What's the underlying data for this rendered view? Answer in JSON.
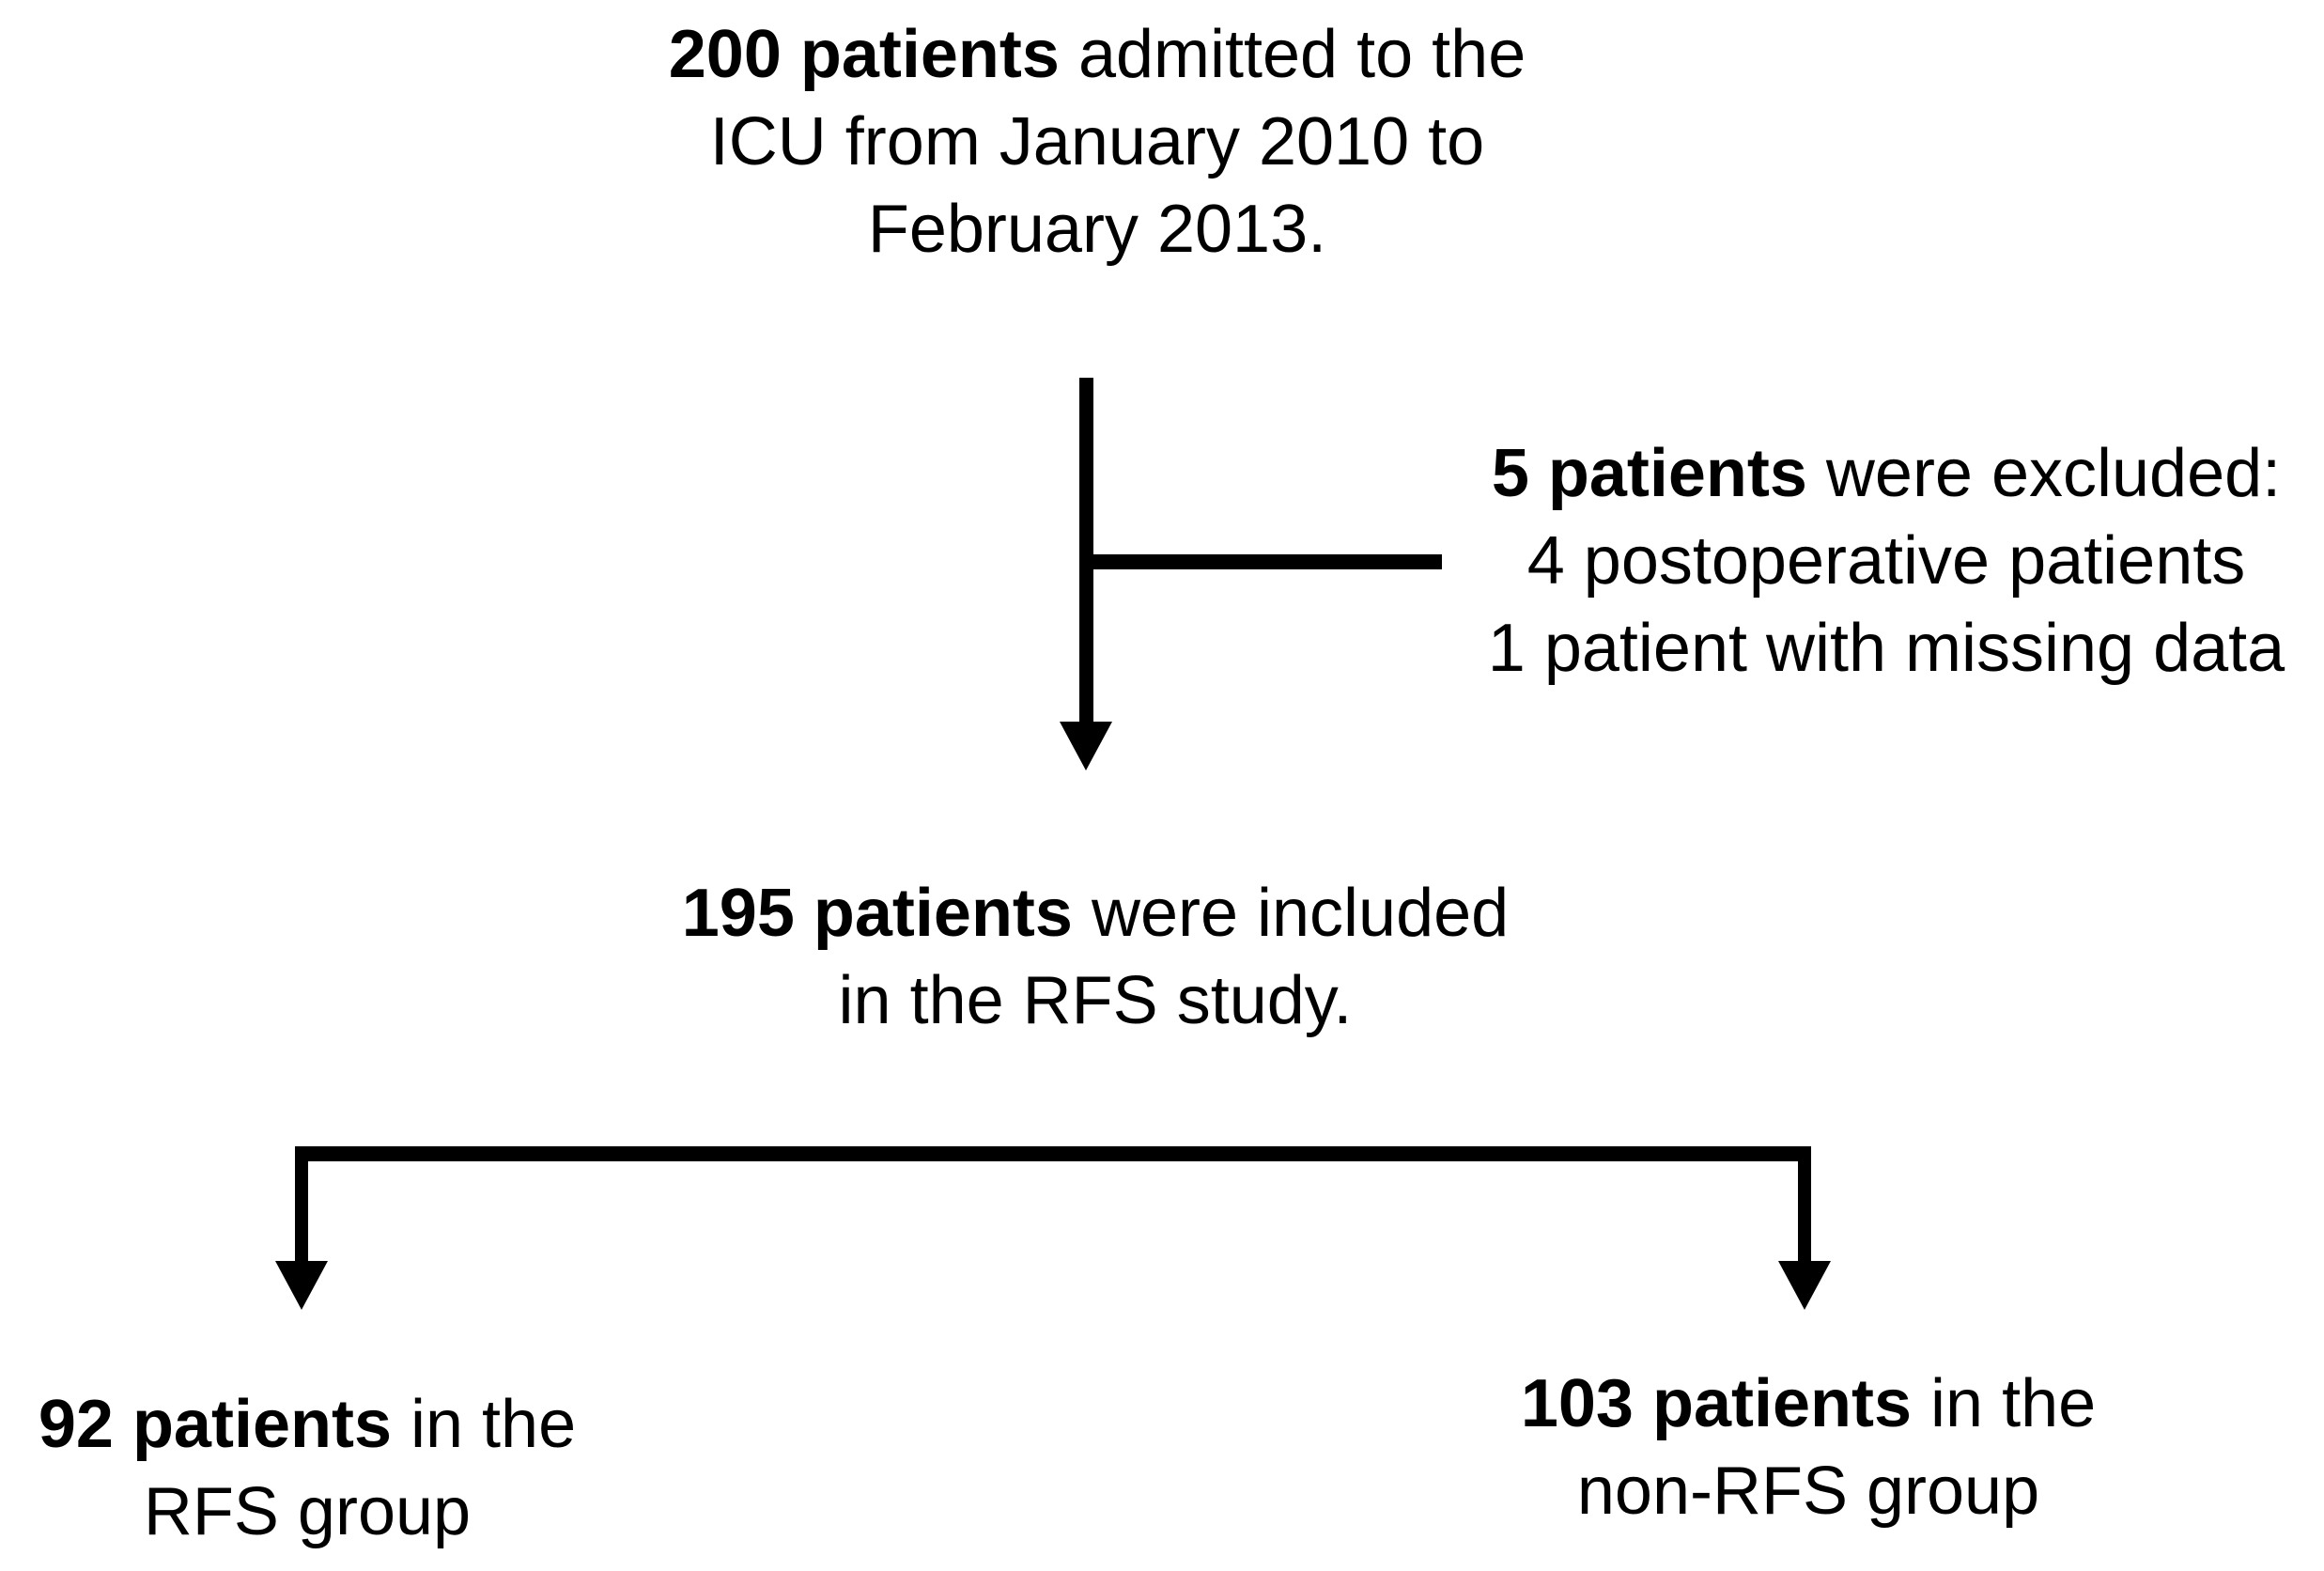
{
  "colors": {
    "ink": "#000000",
    "paper": "#ffffff"
  },
  "nodes": {
    "admitted": {
      "bold": "200 patients",
      "rest1": " admitted to the",
      "line2": "ICU from January 2010 to",
      "line3": "February 2013."
    },
    "excluded": {
      "bold": "5 patients",
      "rest1": " were excluded:",
      "line2": "4 postoperative patients",
      "line3": "1 patient with missing data"
    },
    "included": {
      "bold": "195 patients",
      "rest1": " were included",
      "line2": "in the RFS study."
    },
    "rfs_group": {
      "bold": "92 patients",
      "rest1": " in the",
      "line2": "RFS group"
    },
    "non_rfs_group": {
      "bold": "103 patients",
      "rest1": " in the",
      "line2": "non-RFS group"
    }
  }
}
